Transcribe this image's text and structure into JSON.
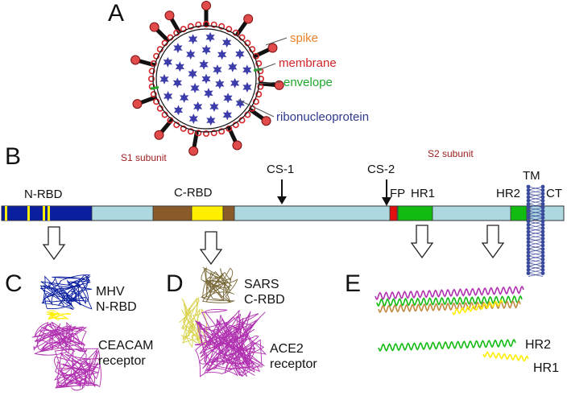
{
  "panels": {
    "A": "A",
    "B": "B",
    "C": "C",
    "D": "D",
    "E": "E"
  },
  "virion_labels": {
    "spike": "spike",
    "membrane": "membrane",
    "envelope": "envelope",
    "ribonucleoprotein": "ribonucleoprotein"
  },
  "subunits": {
    "s1": "S1 subunit",
    "s2": "S2 subunit"
  },
  "domains": {
    "nrbd": "N-RBD",
    "crbd": "C-RBD",
    "cs1": "CS-1",
    "cs2": "CS-2",
    "fp": "FP",
    "hr1": "HR1",
    "hr2": "HR2",
    "tm": "TM",
    "ct": "CT"
  },
  "structures": {
    "c_top": "MHV\nN-RBD",
    "c_bottom": "CEACAM\nreceptor",
    "d_top": "SARS\nC-RBD",
    "d_bottom": "ACE2\nreceptor",
    "e_hr2": "HR2",
    "e_hr1": "HR1"
  },
  "colors": {
    "spike": "#e8822a",
    "membrane": "#d2262a",
    "envelope": "#1fa82a",
    "ribonucleoprotein": "#2f3a8f",
    "subunit": "#9b1c1c",
    "bar": "#add8e0",
    "nrbd": "#0a1ea0",
    "crbd": "#8b5a2b",
    "yellow": "#ffee00",
    "fp": "#e01010",
    "hr": "#11bb11",
    "purple": "#b030b0",
    "rna": "#3c3caa"
  }
}
